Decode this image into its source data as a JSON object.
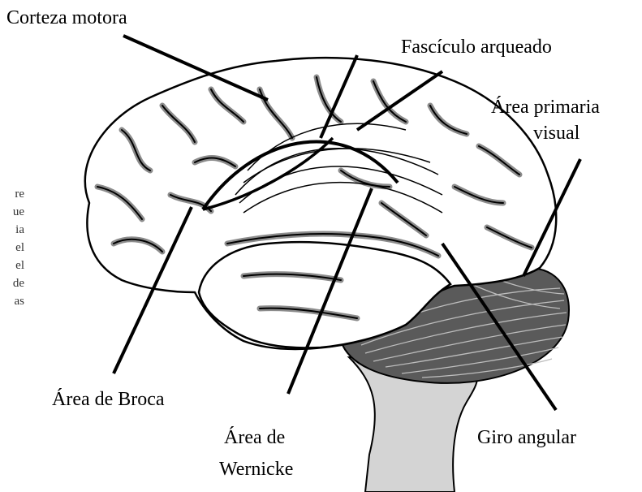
{
  "labels": {
    "motor_cortex": "Corteza motora",
    "arcuate_fasciculus": "Fascículo arqueado",
    "primary_visual_line1": "Área primaria",
    "primary_visual_line2": "visual",
    "broca": "Área de Broca",
    "wernicke_line1": "Área de",
    "wernicke_line2": "Wernicke",
    "angular_gyrus": "Giro angular"
  },
  "left_fragments": [
    "re",
    "ue",
    "ia",
    "el",
    "el",
    "de",
    "as"
  ],
  "colors": {
    "outline": "#000000",
    "sulcus_shadow": "#8c8c8c",
    "brain_fill": "#ffffff",
    "cerebellum": "#5a5a5a",
    "brainstem": "#d4d4d4"
  }
}
